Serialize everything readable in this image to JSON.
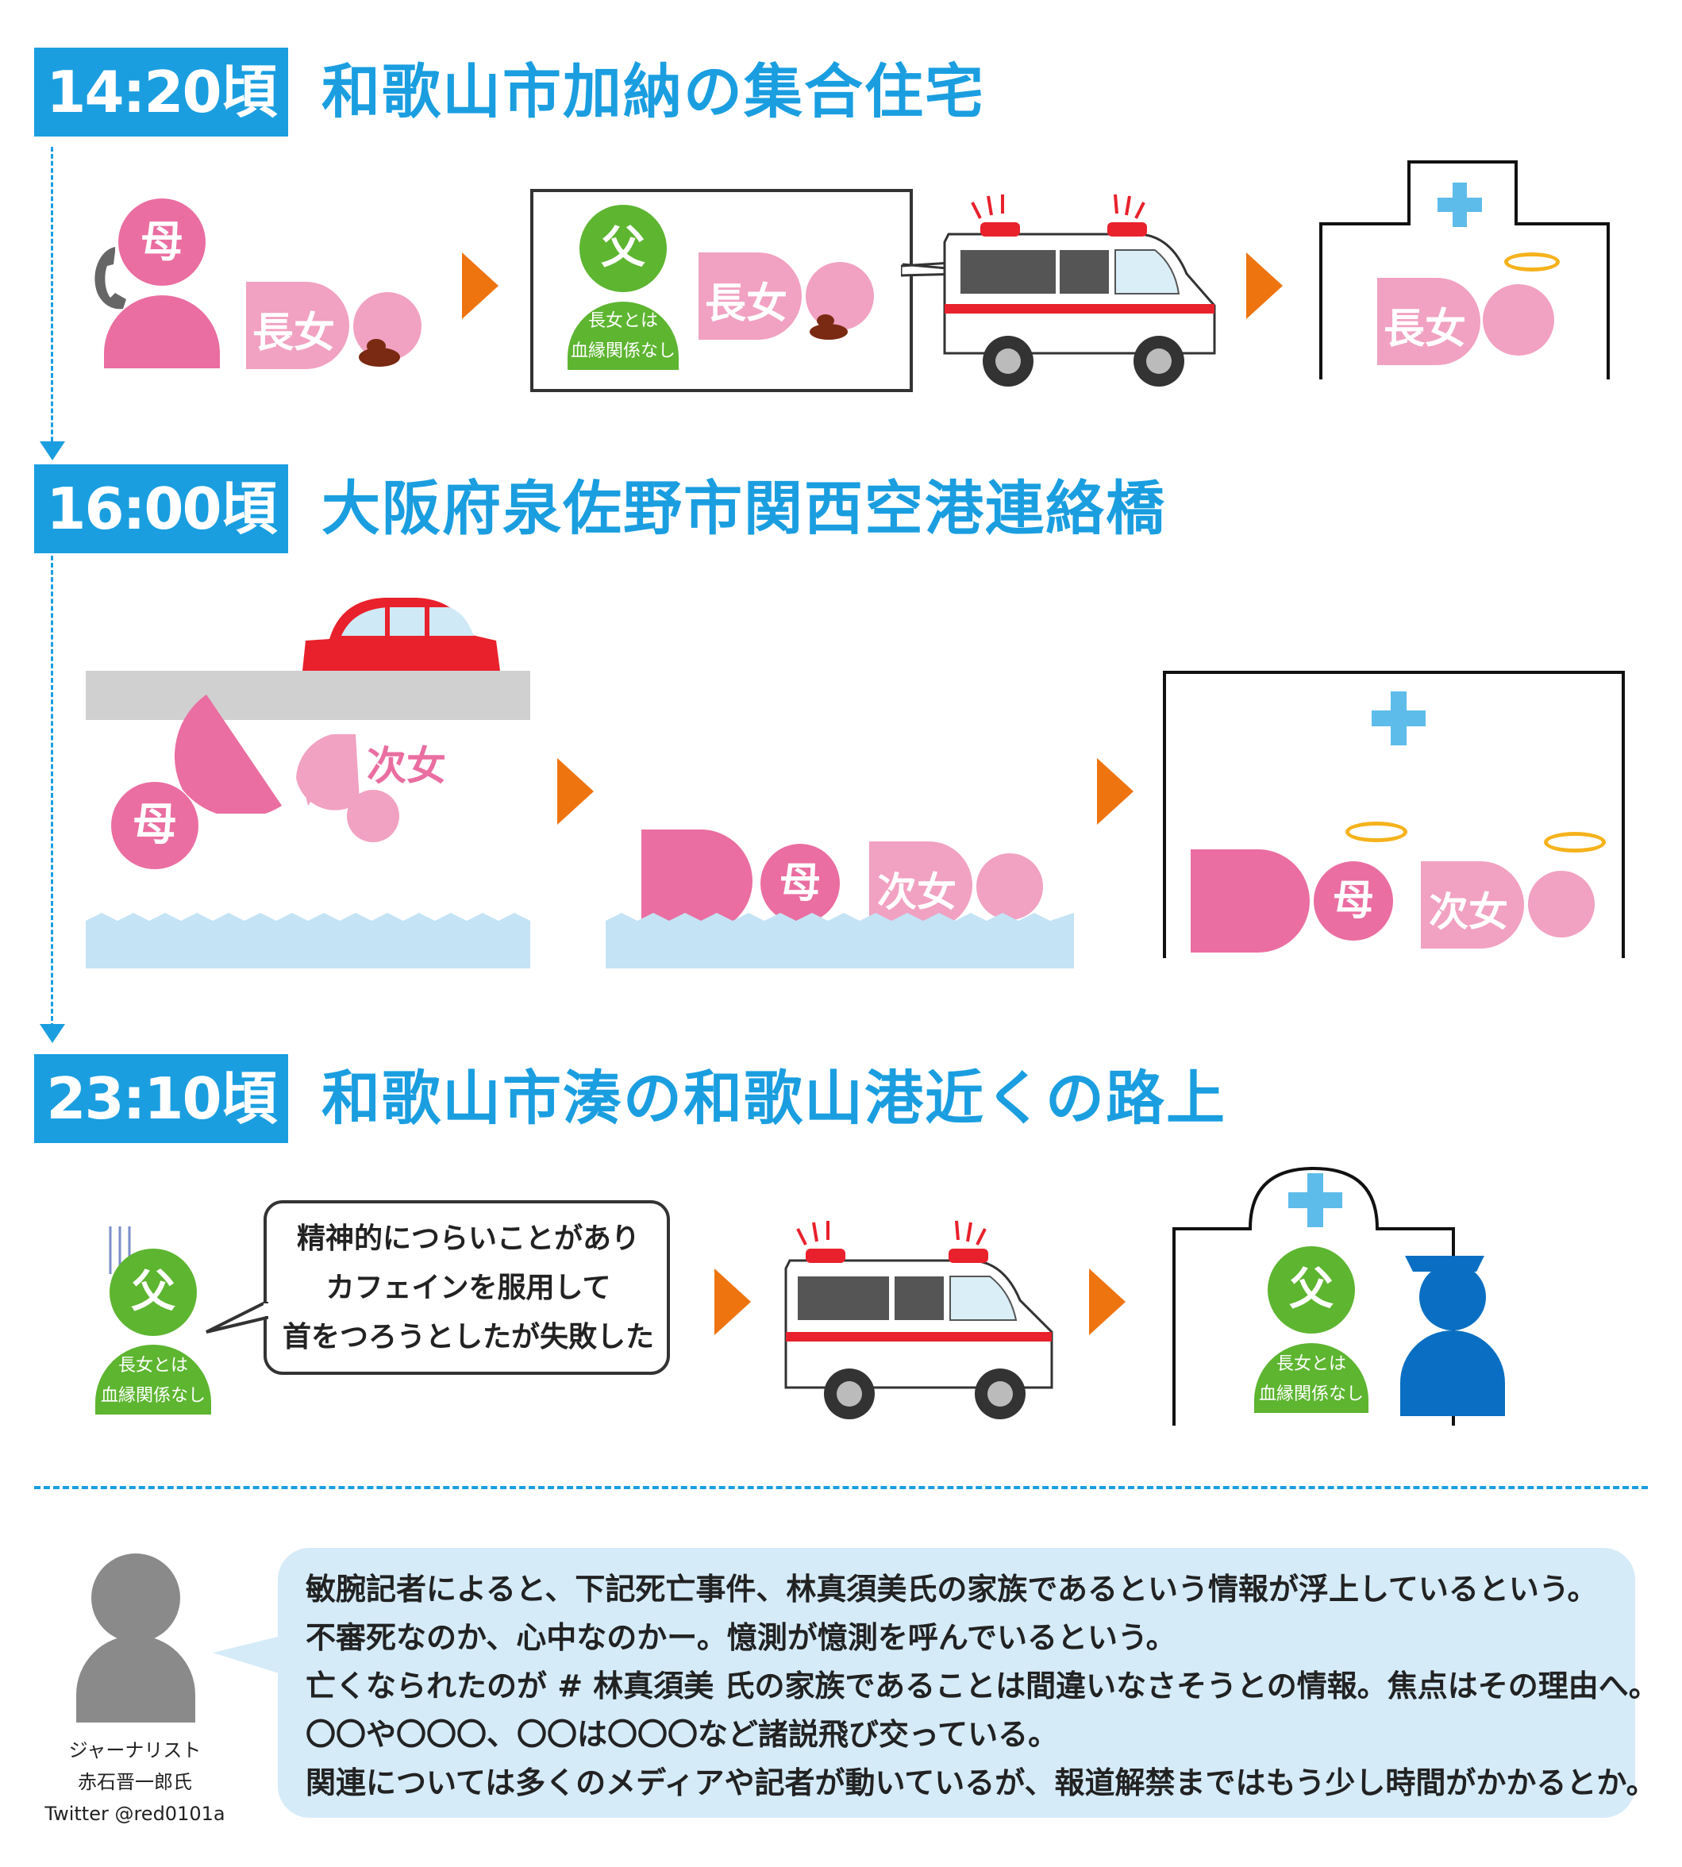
{
  "sections": [
    {
      "time": "14:20頃",
      "place": "和歌山市加納の集合住宅"
    },
    {
      "time": "16:00頃",
      "place": "大阪府泉佐野市関西空港連絡橋"
    },
    {
      "time": "23:10頃",
      "place": "和歌山市湊の和歌山港近くの路上"
    }
  ],
  "labels": {
    "mother": "母",
    "father": "父",
    "eldest_daughter": "長女",
    "second_daughter": "次女",
    "no_blood_relation_1": "長女とは",
    "no_blood_relation_2": "血縁関係なし"
  },
  "speech": {
    "father_quote_1": "精神的につらいことがあり",
    "father_quote_2": "カフェインを服用して",
    "father_quote_3": "首をつろうとしたが失敗した"
  },
  "source": {
    "role": "ジャーナリスト",
    "name": "赤石晋一郎氏",
    "twitter": "Twitter @red0101a"
  },
  "comment": {
    "line1": "敏腕記者によると、下記死亡事件、林真須美氏の家族であるという情報が浮上しているという。",
    "line2": "不審死なのか、心中なのかー。憶測が憶測を呼んでいるという。",
    "line3": "亡くなられたのが # 林真須美 氏の家族であることは間違いなさそうとの情報。焦点はその理由へ。",
    "line4": "〇〇や〇〇〇、〇〇は〇〇〇など諸説飛び交っている。",
    "line5": "関連については多くのメディアや記者が動いているが、報道解禁まではもう少し時間がかかるとか。"
  },
  "colors": {
    "accent_blue": "#1a9ee0",
    "pink": "#ea6ea1",
    "light_pink": "#f1a1c1",
    "green": "#5db530",
    "orange_arrow": "#ee7410",
    "water": "#c4e3f5",
    "police_blue": "#0a6fc2",
    "comment_bg": "#d5ebf8"
  }
}
